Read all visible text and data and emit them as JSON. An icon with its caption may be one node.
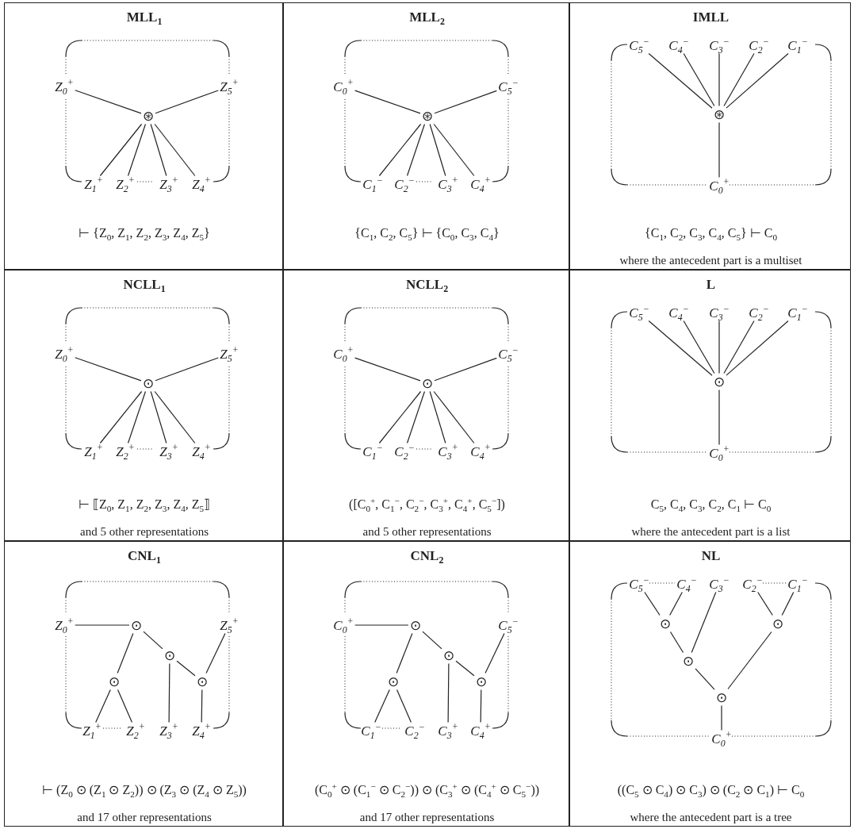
{
  "diagram": {
    "nodes": [
      {
        "text": [
          "MLL$_{1}$",
          "⊢ {Z$_{0}$, Z$_{1}$, Z$_{2}$, Z$_{3}$, Z$_{4}$, Z$_{5}$}"
        ]
      },
      {
        "text": [
          "Z$_{0}$$^{+}$"
        ],
        "in": 0
      },
      {
        "text": [
          "Z$_{5}$$^{+}$"
        ],
        "in": 0
      },
      {
        "text": [
          "⊛"
        ],
        "in": 0
      },
      {
        "text": [
          "Z$_{1}$$^{+}$"
        ],
        "in": 0
      },
      {
        "text": [
          "Z$_{2}$$^{+}$"
        ],
        "in": 0
      },
      {
        "text": [
          "Z$_{3}$$^{+}$"
        ],
        "in": 0
      },
      {
        "text": [
          "Z$_{4}$$^{+}$"
        ],
        "in": 0
      },
      {
        "text": [
          "MLL$_{2}$",
          "{C$_{1}$, C$_{2}$, C$_{5}$} ⊢ {C$_{0}$, C$_{3}$, C$_{4}$}"
        ]
      },
      {
        "text": [
          "C$_{0}$$^{+}$"
        ],
        "in": 8
      },
      {
        "text": [
          "C$_{5}$$^{−}$"
        ],
        "in": 8
      },
      {
        "text": [
          "⊛"
        ],
        "in": 8
      },
      {
        "text": [
          "C$_{1}$$^{−}$"
        ],
        "in": 8
      },
      {
        "text": [
          "C$_{2}$$^{−}$"
        ],
        "in": 8
      },
      {
        "text": [
          "C$_{3}$$^{+}$"
        ],
        "in": 8
      },
      {
        "text": [
          "C$_{4}$$^{+}$"
        ],
        "in": 8
      },
      {
        "text": [
          "IMLL",
          "{C$_{1}$, C$_{2}$, C$_{3}$, C$_{4}$, C$_{5}$} ⊢ C$_{0}$",
          "where the antecedent part is a multiset"
        ]
      },
      {
        "text": [
          "C$_{5}$$^{−}$"
        ],
        "in": 16
      },
      {
        "text": [
          "C$_{4}$$^{−}$"
        ],
        "in": 16
      },
      {
        "text": [
          "C$_{3}$$^{−}$"
        ],
        "in": 16
      },
      {
        "text": [
          "C$_{2}$$^{−}$"
        ],
        "in": 16
      },
      {
        "text": [
          "C$_{1}$$^{−}$"
        ],
        "in": 16
      },
      {
        "text": [
          "⊛"
        ],
        "in": 16
      },
      {
        "text": [
          "C$_{0}$$^{+}$"
        ],
        "in": 16
      },
      {
        "text": [
          "NCLL$_{1}$",
          "⊢ ⟦Z$_{0}$, Z$_{1}$, Z$_{2}$, Z$_{3}$, Z$_{4}$, Z$_{5}$⟧",
          "and 5 other representations"
        ]
      },
      {
        "text": [
          "Z$_{0}$$^{+}$"
        ],
        "in": 24
      },
      {
        "text": [
          "Z$_{5}$$^{+}$"
        ],
        "in": 24
      },
      {
        "text": [
          "⊙"
        ],
        "in": 24
      },
      {
        "text": [
          "Z$_{1}$$^{+}$"
        ],
        "in": 24
      },
      {
        "text": [
          "Z$_{2}$$^{+}$"
        ],
        "in": 24
      },
      {
        "text": [
          "Z$_{3}$$^{+}$"
        ],
        "in": 24
      },
      {
        "text": [
          "Z$_{4}$$^{+}$"
        ],
        "in": 24
      },
      {
        "text": [
          "NCLL$_{2}$",
          "([C$_{0}$$^{+}$, C$_{1}$$^{−}$, C$_{2}$$^{−}$, C$_{3}$$^{+}$, C$_{4}$$^{+}$, C$_{5}$$^{−}$])",
          "and 5 other representations"
        ]
      },
      {
        "text": [
          "C$_{0}$$^{+}$"
        ],
        "in": 32
      },
      {
        "text": [
          "C$_{5}$$^{−}$"
        ],
        "in": 32
      },
      {
        "text": [
          "⊙"
        ],
        "in": 32
      },
      {
        "text": [
          "C$_{1}$$^{−}$"
        ],
        "in": 32
      },
      {
        "text": [
          "C$_{2}$$^{−}$"
        ],
        "in": 32
      },
      {
        "text": [
          "C$_{3}$$^{+}$"
        ],
        "in": 32
      },
      {
        "text": [
          "C$_{4}$$^{+}$"
        ],
        "in": 32
      },
      {
        "text": [
          "L",
          "C$_{5}$, C$_{4}$, C$_{3}$, C$_{2}$, C$_{1}$ ⊢ C$_{0}$",
          "where the antecedent part is a list"
        ]
      },
      {
        "text": [
          "C$_{5}$$^{−}$"
        ],
        "in": 40
      },
      {
        "text": [
          "C$_{4}$$^{−}$"
        ],
        "in": 40
      },
      {
        "text": [
          "C$_{3}$$^{−}$"
        ],
        "in": 40
      },
      {
        "text": [
          "C$_{2}$$^{−}$"
        ],
        "in": 40
      },
      {
        "text": [
          "C$_{1}$$^{−}$"
        ],
        "in": 40
      },
      {
        "text": [
          "⊙"
        ],
        "in": 40
      },
      {
        "text": [
          "C$_{0}$$^{+}$"
        ],
        "in": 40
      },
      {
        "text": [
          "CNL$_{1}$",
          "⊢ (Z$_{0}$ ⊙ (Z$_{1}$ ⊙ Z$_{2}$)) ⊙ (Z$_{3}$ ⊙ (Z$_{4}$ ⊙ Z$_{5}$))",
          "and 17 other representations"
        ]
      },
      {
        "text": [
          "Z$_{0}$$^{+}$"
        ],
        "in": 48
      },
      {
        "text": [
          "⊙"
        ],
        "in": 48
      },
      {
        "text": [
          "Z$_{5}$$^{+}$"
        ],
        "in": 48
      },
      {
        "text": [
          "⊙"
        ],
        "in": 48
      },
      {
        "text": [
          "⊙"
        ],
        "in": 48
      },
      {
        "text": [
          "⊙"
        ],
        "in": 48
      },
      {
        "text": [
          "Z$_{1}$$^{+}$"
        ],
        "in": 48
      },
      {
        "text": [
          "Z$_{2}$$^{+}$"
        ],
        "in": 48
      },
      {
        "text": [
          "Z$_{3}$$^{+}$"
        ],
        "in": 48
      },
      {
        "text": [
          "Z$_{4}$$^{+}$"
        ],
        "in": 48
      },
      {
        "text": [
          "CNL$_{2}$",
          "(C$_{0}$$^{+}$ ⊙ (C$_{1}$$^{−}$ ⊙ C$_{2}$$^{−}$)) ⊙ (C$_{3}$$^{+}$ ⊙ (C$_{4}$$^{+}$ ⊙ C$_{5}$$^{−}$))",
          "and 17 other representations"
        ]
      },
      {
        "text": [
          "C$_{0}$$^{+}$"
        ],
        "in": 59
      },
      {
        "text": [
          "⊙"
        ],
        "in": 59
      },
      {
        "text": [
          "C$_{5}$$^{−}$"
        ],
        "in": 59
      },
      {
        "text": [
          "⊙"
        ],
        "in": 59
      },
      {
        "text": [
          "⊙"
        ],
        "in": 59
      },
      {
        "text": [
          "⊙"
        ],
        "in": 59
      },
      {
        "text": [
          "C$_{1}$$^{−}$"
        ],
        "in": 59
      },
      {
        "text": [
          "C$_{2}$$^{−}$"
        ],
        "in": 59
      },
      {
        "text": [
          "C$_{3}$$^{+}$"
        ],
        "in": 59
      },
      {
        "text": [
          "C$_{4}$$^{+}$"
        ],
        "in": 59
      },
      {
        "text": [
          "NL",
          "((C$_{5}$ ⊙ C$_{4}$) ⊙ C$_{3}$) ⊙ (C$_{2}$ ⊙ C$_{1}$) ⊢ C$_{0}$",
          "where the antecedent part is a tree"
        ]
      },
      {
        "text": [
          "C$_{5}$$^{−}$"
        ],
        "in": 70
      },
      {
        "text": [
          "C$_{4}$$^{−}$"
        ],
        "in": 70
      },
      {
        "text": [
          "C$_{3}$$^{−}$"
        ],
        "in": 70
      },
      {
        "text": [
          "C$_{2}$$^{−}$"
        ],
        "in": 70
      },
      {
        "text": [
          "C$_{1}$$^{−}$"
        ],
        "in": 70
      },
      {
        "text": [
          "⊙"
        ],
        "in": 70
      },
      {
        "text": [
          "⊙"
        ],
        "in": 70
      },
      {
        "text": [
          "⊙"
        ],
        "in": 70
      },
      {
        "text": [
          "⊙"
        ],
        "in": 70
      },
      {
        "text": [
          "C$_{0}$$^{+}$"
        ],
        "in": 70
      }
    ],
    "edges": [
      {
        "from": 1,
        "to": 3,
        "arrow": "none"
      },
      {
        "from": 2,
        "to": 3,
        "arrow": "none"
      },
      {
        "from": 3,
        "to": 4,
        "arrow": "none"
      },
      {
        "from": 3,
        "to": 5,
        "arrow": "none"
      },
      {
        "from": 3,
        "to": 6,
        "arrow": "none"
      },
      {
        "from": 3,
        "to": 7,
        "arrow": "none"
      },
      {
        "from": 9,
        "to": 11,
        "arrow": "none"
      },
      {
        "from": 10,
        "to": 11,
        "arrow": "none"
      },
      {
        "from": 11,
        "to": 12,
        "arrow": "none"
      },
      {
        "from": 11,
        "to": 13,
        "arrow": "none"
      },
      {
        "from": 11,
        "to": 14,
        "arrow": "none"
      },
      {
        "from": 11,
        "to": 15,
        "arrow": "none"
      },
      {
        "from": 17,
        "to": 22,
        "arrow": "none"
      },
      {
        "from": 18,
        "to": 22,
        "arrow": "none"
      },
      {
        "from": 19,
        "to": 22,
        "arrow": "none"
      },
      {
        "from": 20,
        "to": 22,
        "arrow": "none"
      },
      {
        "from": 21,
        "to": 22,
        "arrow": "none"
      },
      {
        "from": 22,
        "to": 23,
        "arrow": "none"
      },
      {
        "from": 25,
        "to": 27,
        "arrow": "none"
      },
      {
        "from": 26,
        "to": 27,
        "arrow": "none"
      },
      {
        "from": 27,
        "to": 28,
        "arrow": "none"
      },
      {
        "from": 27,
        "to": 29,
        "arrow": "none"
      },
      {
        "from": 27,
        "to": 30,
        "arrow": "none"
      },
      {
        "from": 27,
        "to": 31,
        "arrow": "none"
      },
      {
        "from": 33,
        "to": 35,
        "arrow": "none"
      },
      {
        "from": 34,
        "to": 35,
        "arrow": "none"
      },
      {
        "from": 35,
        "to": 36,
        "arrow": "none"
      },
      {
        "from": 35,
        "to": 37,
        "arrow": "none"
      },
      {
        "from": 35,
        "to": 38,
        "arrow": "none"
      },
      {
        "from": 35,
        "to": 39,
        "arrow": "none"
      },
      {
        "from": 41,
        "to": 46,
        "arrow": "none"
      },
      {
        "from": 42,
        "to": 46,
        "arrow": "none"
      },
      {
        "from": 43,
        "to": 46,
        "arrow": "none"
      },
      {
        "from": 44,
        "to": 46,
        "arrow": "none"
      },
      {
        "from": 45,
        "to": 46,
        "arrow": "none"
      },
      {
        "from": 46,
        "to": 47,
        "arrow": "none"
      },
      {
        "from": 49,
        "to": 50,
        "arrow": "none"
      },
      {
        "from": 50,
        "to": 53,
        "arrow": "none"
      },
      {
        "from": 50,
        "to": 52,
        "arrow": "none"
      },
      {
        "from": 52,
        "to": 54,
        "arrow": "none"
      },
      {
        "from": 52,
        "to": 57,
        "arrow": "none"
      },
      {
        "from": 51,
        "to": 54,
        "arrow": "none"
      },
      {
        "from": 53,
        "to": 55,
        "arrow": "none"
      },
      {
        "from": 53,
        "to": 56,
        "arrow": "none"
      },
      {
        "from": 54,
        "to": 58,
        "arrow": "none"
      },
      {
        "from": 60,
        "to": 61,
        "arrow": "none"
      },
      {
        "from": 61,
        "to": 64,
        "arrow": "none"
      },
      {
        "from": 61,
        "to": 63,
        "arrow": "none"
      },
      {
        "from": 63,
        "to": 65,
        "arrow": "none"
      },
      {
        "from": 63,
        "to": 68,
        "arrow": "none"
      },
      {
        "from": 62,
        "to": 65,
        "arrow": "none"
      },
      {
        "from": 64,
        "to": 66,
        "arrow": "none"
      },
      {
        "from": 64,
        "to": 67,
        "arrow": "none"
      },
      {
        "from": 65,
        "to": 69,
        "arrow": "none"
      },
      {
        "from": 71,
        "to": 76,
        "arrow": "none"
      },
      {
        "from": 72,
        "to": 76,
        "arrow": "none"
      },
      {
        "from": 73,
        "to": 78,
        "arrow": "none"
      },
      {
        "from": 74,
        "to": 77,
        "arrow": "none"
      },
      {
        "from": 75,
        "to": 77,
        "arrow": "none"
      },
      {
        "from": 76,
        "to": 78,
        "arrow": "none"
      },
      {
        "from": 78,
        "to": 79,
        "arrow": "none"
      },
      {
        "from": 77,
        "to": 79,
        "arrow": "none"
      },
      {
        "from": 79,
        "to": 80,
        "arrow": "none"
      }
    ]
  }
}
